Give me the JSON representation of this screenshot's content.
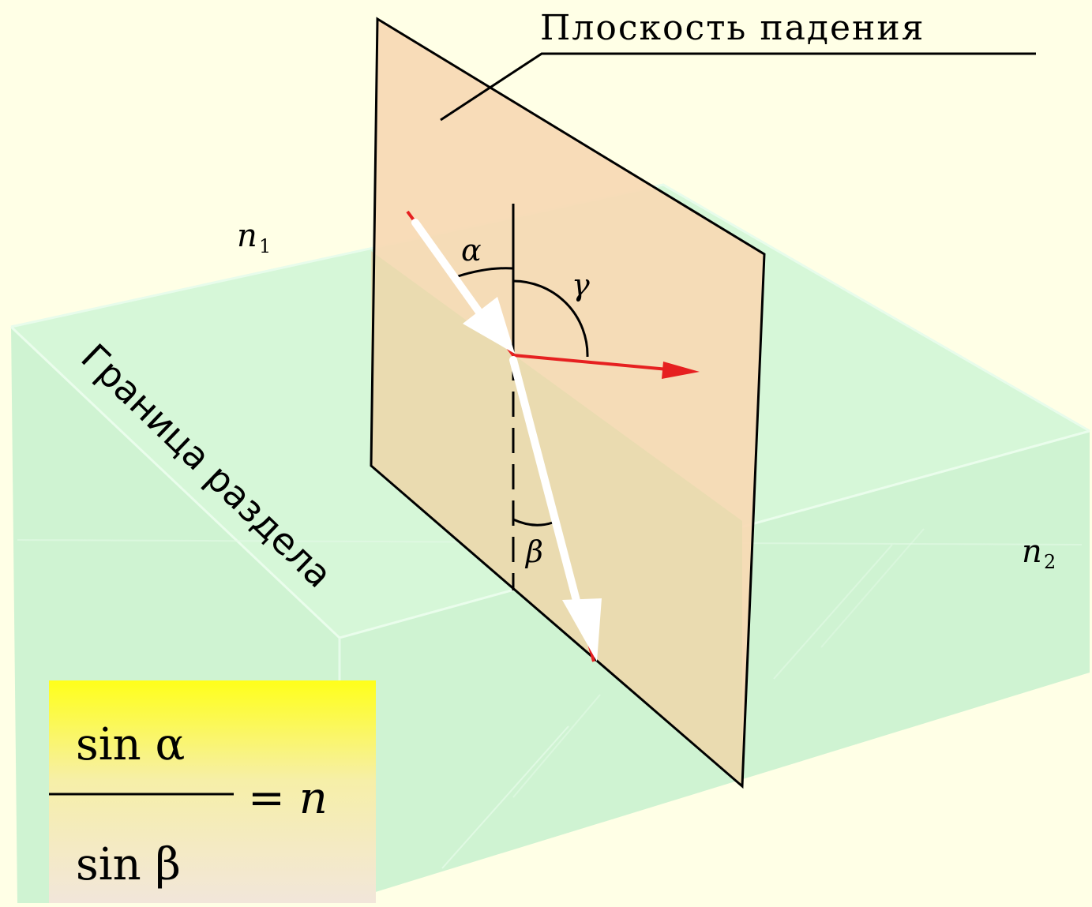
{
  "diagram": {
    "plane_label": "Плоскость падения",
    "boundary_label": "Граница раздела",
    "n1_label": "n",
    "n1_sub": "1",
    "n2_label": "n",
    "n2_sub": "2",
    "angle_alpha": "α",
    "angle_gamma": "γ",
    "angle_beta": "β"
  },
  "formula": {
    "numerator": "sin α",
    "denominator": "sin β",
    "rhs": "= n"
  },
  "colors": {
    "background": "#FFFFE6",
    "block": "#CDF5D2",
    "plane": "#F7D9B4",
    "incident_ray": "#E62020",
    "arrow_overlay": "#FFFFFF",
    "formula_top": "#FFFF1A",
    "formula_bottom": "#F3E9DC"
  }
}
